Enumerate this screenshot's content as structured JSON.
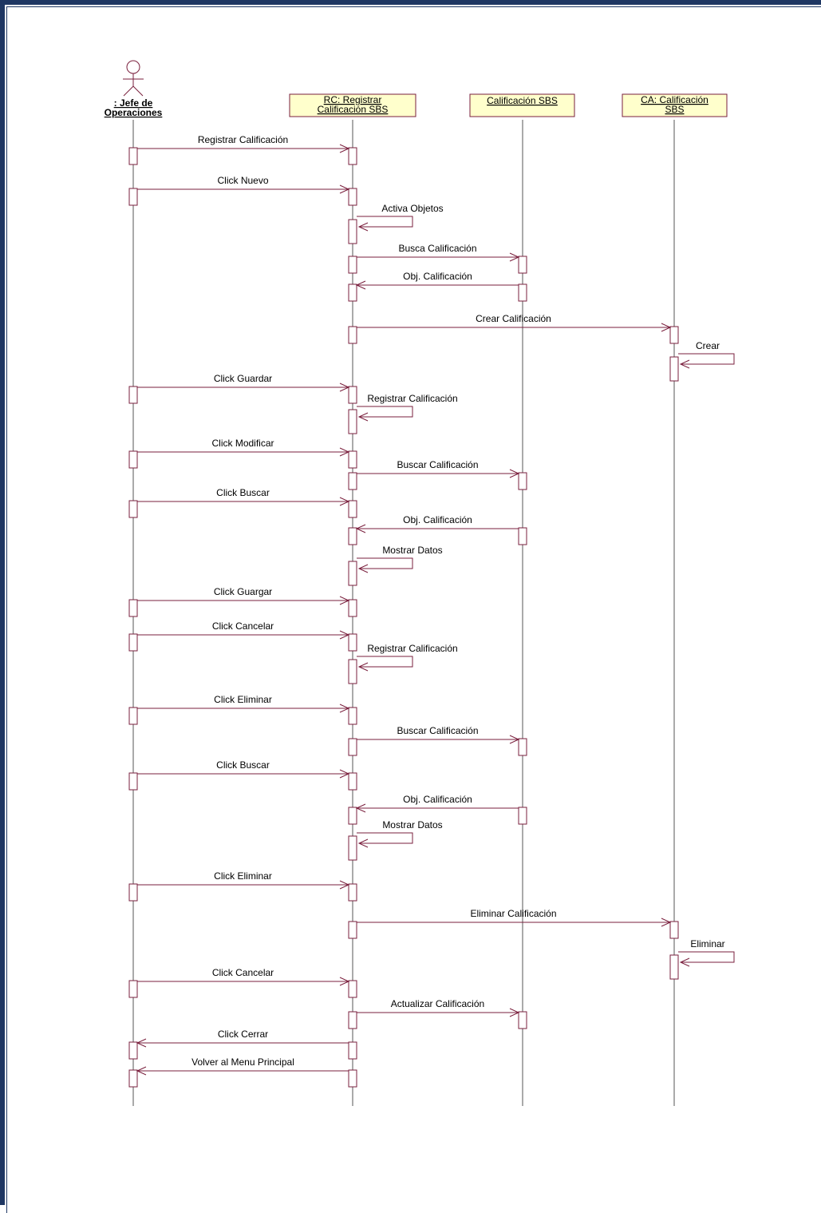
{
  "colors": {
    "line": "#7a1f3d",
    "box_fill": "#ffffcc",
    "border": "#1f3763"
  },
  "actor": {
    "name_line1": ": Jefe de",
    "name_line2": "Operaciones"
  },
  "objects": [
    {
      "id": "rc",
      "line1": "RC: Registrar",
      "line2": "Calificación SBS"
    },
    {
      "id": "cal",
      "line1": "Calificación SBS",
      "line2": ""
    },
    {
      "id": "ca",
      "line1": "CA: Calificación",
      "line2": "SBS"
    }
  ],
  "messages": [
    {
      "from": "actor",
      "to": "rc",
      "label": "Registrar Calificación"
    },
    {
      "from": "actor",
      "to": "rc",
      "label": "Click Nuevo"
    },
    {
      "from": "rc",
      "to": "rc",
      "label": "Activa Objetos"
    },
    {
      "from": "rc",
      "to": "cal",
      "label": "Busca  Calificación"
    },
    {
      "from": "cal",
      "to": "rc",
      "label": "Obj. Calificación"
    },
    {
      "from": "rc",
      "to": "ca",
      "label": "Crear Calificación"
    },
    {
      "from": "ca",
      "to": "ca",
      "label": "Crear"
    },
    {
      "from": "actor",
      "to": "rc",
      "label": "Click Guardar"
    },
    {
      "from": "rc",
      "to": "rc",
      "label": "Registrar Calificación"
    },
    {
      "from": "actor",
      "to": "rc",
      "label": "Click Modificar"
    },
    {
      "from": "rc",
      "to": "cal",
      "label": "Buscar Calificación"
    },
    {
      "from": "actor",
      "to": "rc",
      "label": "Click Buscar"
    },
    {
      "from": "cal",
      "to": "rc",
      "label": "Obj. Calificación"
    },
    {
      "from": "rc",
      "to": "rc",
      "label": "Mostrar Datos"
    },
    {
      "from": "actor",
      "to": "rc",
      "label": "Click Guargar"
    },
    {
      "from": "actor",
      "to": "rc",
      "label": "Click Cancelar"
    },
    {
      "from": "rc",
      "to": "rc",
      "label": "Registrar Calificación"
    },
    {
      "from": "actor",
      "to": "rc",
      "label": "Click Eliminar"
    },
    {
      "from": "rc",
      "to": "cal",
      "label": "Buscar Calificación"
    },
    {
      "from": "actor",
      "to": "rc",
      "label": "Click Buscar"
    },
    {
      "from": "cal",
      "to": "rc",
      "label": "Obj. Calificación"
    },
    {
      "from": "rc",
      "to": "rc",
      "label": "Mostrar Datos"
    },
    {
      "from": "actor",
      "to": "rc",
      "label": "Click Eliminar"
    },
    {
      "from": "rc",
      "to": "ca",
      "label": "Eliminar Calificación"
    },
    {
      "from": "ca",
      "to": "ca",
      "label": "Eliminar"
    },
    {
      "from": "actor",
      "to": "rc",
      "label": "Click Cancelar"
    },
    {
      "from": "rc",
      "to": "cal",
      "label": "Actualizar Calificación"
    },
    {
      "from": "rc",
      "to": "actor",
      "label": "Click Cerrar"
    },
    {
      "from": "rc",
      "to": "actor",
      "label": "Volver al Menu Principal"
    }
  ]
}
